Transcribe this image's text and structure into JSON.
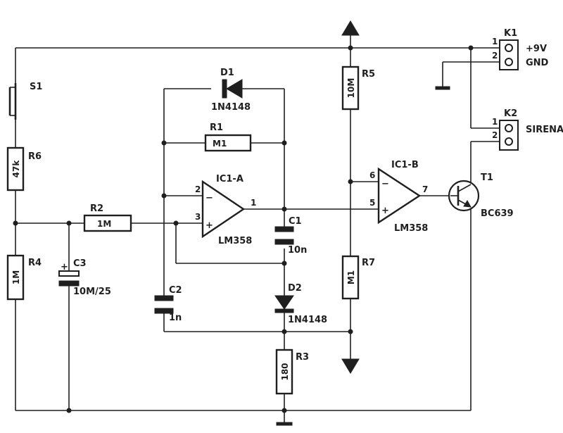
{
  "schematic": {
    "s1": {
      "ref": "S1"
    },
    "r1": {
      "ref": "R1",
      "value": "M1"
    },
    "r2": {
      "ref": "R2",
      "value": "1M"
    },
    "r3": {
      "ref": "R3",
      "value": "180"
    },
    "r4": {
      "ref": "R4",
      "value": "1M"
    },
    "r5": {
      "ref": "R5",
      "value": "10M"
    },
    "r6": {
      "ref": "R6",
      "value": "47k"
    },
    "r7": {
      "ref": "R7",
      "value": "M1"
    },
    "c1": {
      "ref": "C1",
      "value": "10n"
    },
    "c2": {
      "ref": "C2",
      "value": "1n"
    },
    "c3": {
      "ref": "C3",
      "value": "10M/25"
    },
    "d1": {
      "ref": "D1",
      "value": "1N4148"
    },
    "d2": {
      "ref": "D2",
      "value": "1N4148"
    },
    "ic1a": {
      "ref": "IC1-A",
      "value": "LM358",
      "pins": [
        "2",
        "3",
        "1"
      ]
    },
    "ic1b": {
      "ref": "IC1-B",
      "value": "LM358",
      "pins": [
        "6",
        "5",
        "7"
      ]
    },
    "t1": {
      "ref": "T1",
      "value": "BC639"
    },
    "k1": {
      "ref": "K1",
      "pins": [
        "1",
        "2"
      ],
      "labels": [
        "+9V",
        "GND"
      ]
    },
    "k2": {
      "ref": "K2",
      "pins": [
        "1",
        "2"
      ],
      "label": "SIRENA"
    }
  }
}
